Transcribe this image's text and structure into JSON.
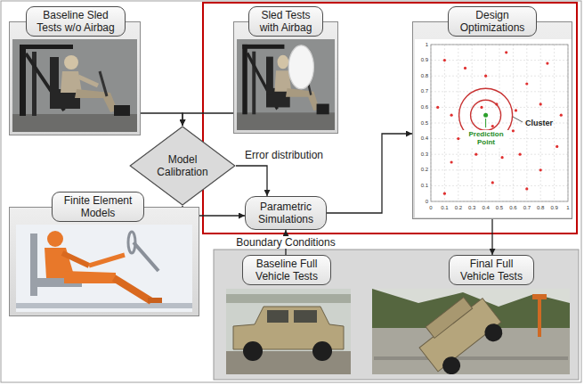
{
  "diagram": {
    "nodes": [
      {
        "text": [
          "Baseline Sled Tests w/o Airbag"
        ]
      },
      {
        "text": [
          "Sled Tests with Airbag"
        ]
      },
      {
        "text": [
          "Design Optimizations"
        ]
      },
      {
        "text": [
          "Model Calibration"
        ]
      },
      {
        "text": [
          "Parametric Simulations"
        ]
      },
      {
        "text": [
          "Finite Element Models"
        ]
      },
      {
        "text": [
          "Baseline Full Vehicle Tests"
        ]
      },
      {
        "text": [
          "Final Full Vehicle Tests"
        ]
      }
    ],
    "edges": [
      {
        "from": 0,
        "to": 3,
        "arrow": "to"
      },
      {
        "from": 1,
        "to": 3,
        "arrow": "to"
      },
      {
        "from": 5,
        "to": 3,
        "arrow": "to"
      },
      {
        "from": 3,
        "to": 4,
        "label": "Error distribution",
        "arrow": "to"
      },
      {
        "from": 5,
        "to": 4,
        "arrow": "to"
      },
      {
        "from": 4,
        "to": 2,
        "arrow": "to"
      },
      {
        "from": 6,
        "to": 4,
        "label": "Boundary Conditions",
        "arrow": "to"
      },
      {
        "from": 2,
        "to": 7,
        "arrow": "to"
      }
    ],
    "labels": [
      "Cluster",
      "Prediction Point",
      "1",
      "0.9",
      "0.8",
      "0.7",
      "0.6",
      "0.5",
      "0.4",
      "0.3",
      "0.2",
      "0.1",
      "0",
      "0",
      "0.1",
      "0.2",
      "0.3",
      "0.4",
      "0.5",
      "0.6",
      "0.7",
      "0.8",
      "0.9",
      "1"
    ]
  }
}
